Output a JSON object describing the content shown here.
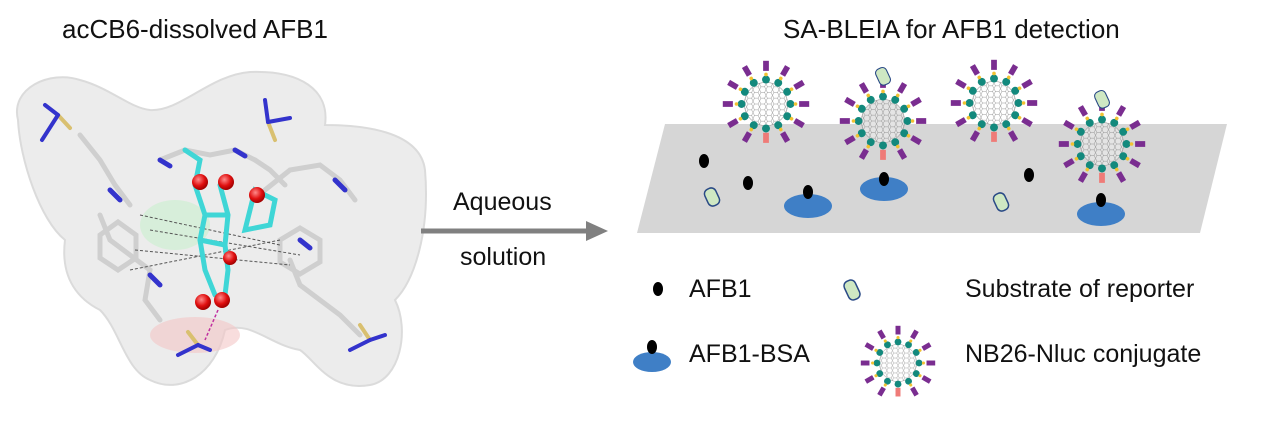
{
  "left_panel": {
    "title": "acCB6-dissolved AFB1",
    "image_description": "Molecular model of AFB1 (cyan sticks, red oxygen spheres) encapsulated in acCB6 host (grey/blue sticks) within a translucent molecular surface"
  },
  "arrow": {
    "label_top": "Aqueous",
    "label_bottom": "solution"
  },
  "right_panel": {
    "title": "SA-BLEIA for AFB1 detection"
  },
  "legend": [
    {
      "icon": "afb1-icon",
      "label": "AFB1"
    },
    {
      "icon": "substrate-icon",
      "label": "Substrate of reporter"
    },
    {
      "icon": "afb1-bsa-icon",
      "label": "AFB1-BSA"
    },
    {
      "icon": "conjugate-icon",
      "label": "NB26-Nluc conjugate"
    }
  ],
  "colors": {
    "plate": "#d6d6d6",
    "bsa": "#3f7fc6",
    "afb1": "#000000",
    "substrate_fill": "#cfe8c3",
    "substrate_stroke": "#2a4a86",
    "nluc": "#7a2d90",
    "nb26": "#13897d",
    "linker": "#f1c232",
    "antibody_tag": "#ef7b78",
    "arrow": "#808080",
    "aflatoxin": "#3fd6d6",
    "oxygen": "#e01010",
    "nitrogen": "#3333cc",
    "carbon": "#cfcfcf",
    "sulfur": "#d9c070"
  }
}
